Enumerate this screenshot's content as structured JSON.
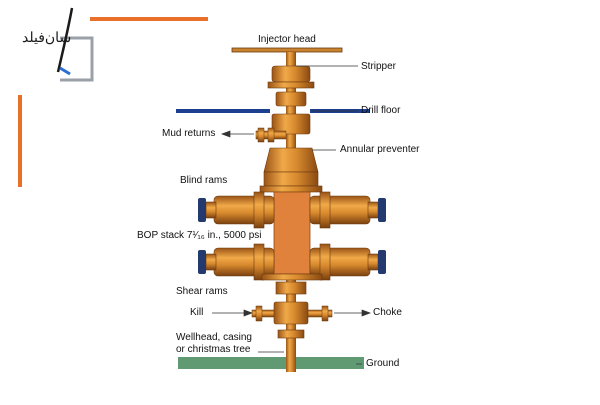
{
  "logo": {
    "text": "سان‌فیلد"
  },
  "colors": {
    "accent": "#e8702a",
    "pipe": "#d4892d",
    "pipe_dark": "#8a4a12",
    "bop_block": "#e0813c",
    "ground": "#5f9a72",
    "drill_floor": "#1d3f8f"
  },
  "labels": {
    "injector_head": "Injector head",
    "stripper": "Stripper",
    "drill_floor": "Drill floor",
    "mud_returns": "Mud returns",
    "annular_preventer": "Annular preventer",
    "blind_rams": "Blind rams",
    "bop_stack": "BOP stack 7¹⁄₁₆ in., 5000 psi",
    "shear_rams": "Shear rams",
    "kill": "Kill",
    "choke": "Choke",
    "wellhead_line1": "Wellhead, casing",
    "wellhead_line2": "or christmas tree",
    "ground": "Ground"
  }
}
